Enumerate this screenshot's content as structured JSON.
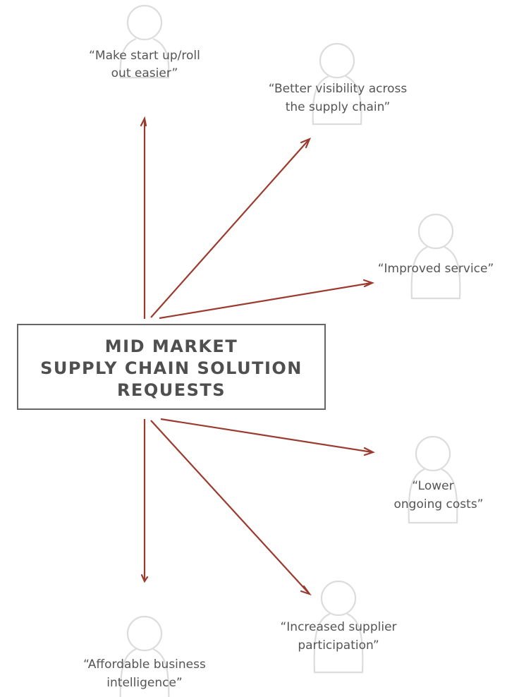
{
  "center": {
    "lines": [
      "MID MARKET",
      "SUPPLY CHAIN SOLUTION",
      "REQUESTS"
    ]
  },
  "requests": [
    {
      "id": "startup",
      "lines": [
        "“Make start up/roll",
        "out easier”"
      ]
    },
    {
      "id": "visibility",
      "lines": [
        "“Better visibility across",
        "the supply chain”"
      ]
    },
    {
      "id": "service",
      "lines": [
        "“Improved service”"
      ]
    },
    {
      "id": "costs",
      "lines": [
        "“Lower",
        "ongoing costs”"
      ]
    },
    {
      "id": "supplier",
      "lines": [
        "“Increased supplier",
        "participation”"
      ]
    },
    {
      "id": "bi",
      "lines": [
        "“Affordable business",
        "intelligence”"
      ]
    }
  ],
  "colors": {
    "arrow": "#9b3a2e",
    "box_border": "#666666",
    "title_text": "#4f4f4f",
    "quote_text": "#555555",
    "person_outline": "#dcdcdc"
  },
  "icons": {
    "person": "person-outline-icon",
    "arrow": "arrow-icon"
  }
}
